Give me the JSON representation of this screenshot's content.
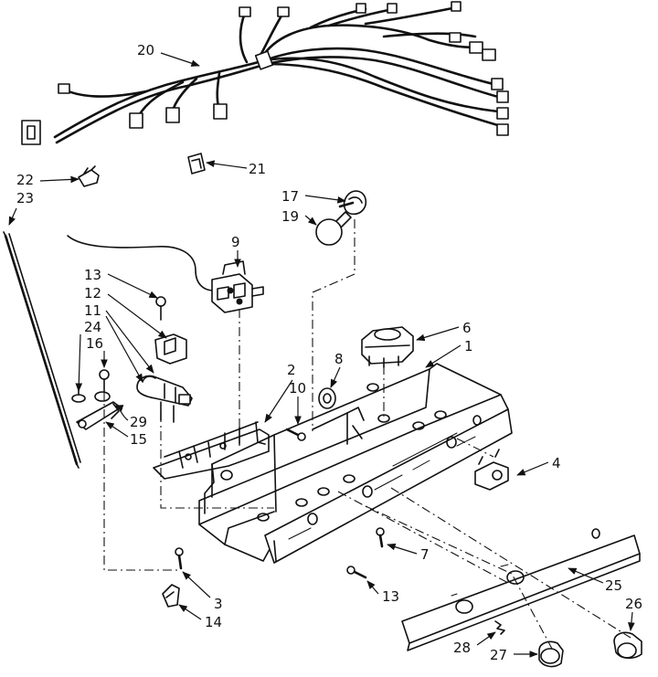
{
  "labels": {
    "l1": "1",
    "l2": "2",
    "l3": "3",
    "l4": "4",
    "l6": "6",
    "l7": "7",
    "l8": "8",
    "l9": "9",
    "l10": "10",
    "l11": "11",
    "l12": "12",
    "l13a": "13",
    "l13b": "13",
    "l14": "14",
    "l15": "15",
    "l16": "16",
    "l17": "17",
    "l19": "19",
    "l20": "20",
    "l21": "21",
    "l22": "22",
    "l23": "23",
    "l24": "24",
    "l25": "25",
    "l26": "26",
    "l27": "27",
    "l28": "28",
    "l29": "29"
  }
}
